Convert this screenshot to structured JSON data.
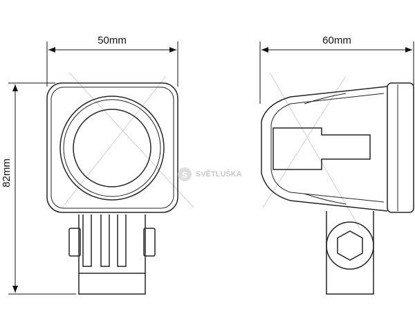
{
  "dimensions": {
    "width_front": "50mm",
    "width_side": "60mm",
    "height": "82mm"
  },
  "watermark": {
    "brand": "SVĚTLUŠKA"
  },
  "colors": {
    "line": "#222222",
    "guide": "#cccccc",
    "watermark": "#bbbbbb"
  }
}
